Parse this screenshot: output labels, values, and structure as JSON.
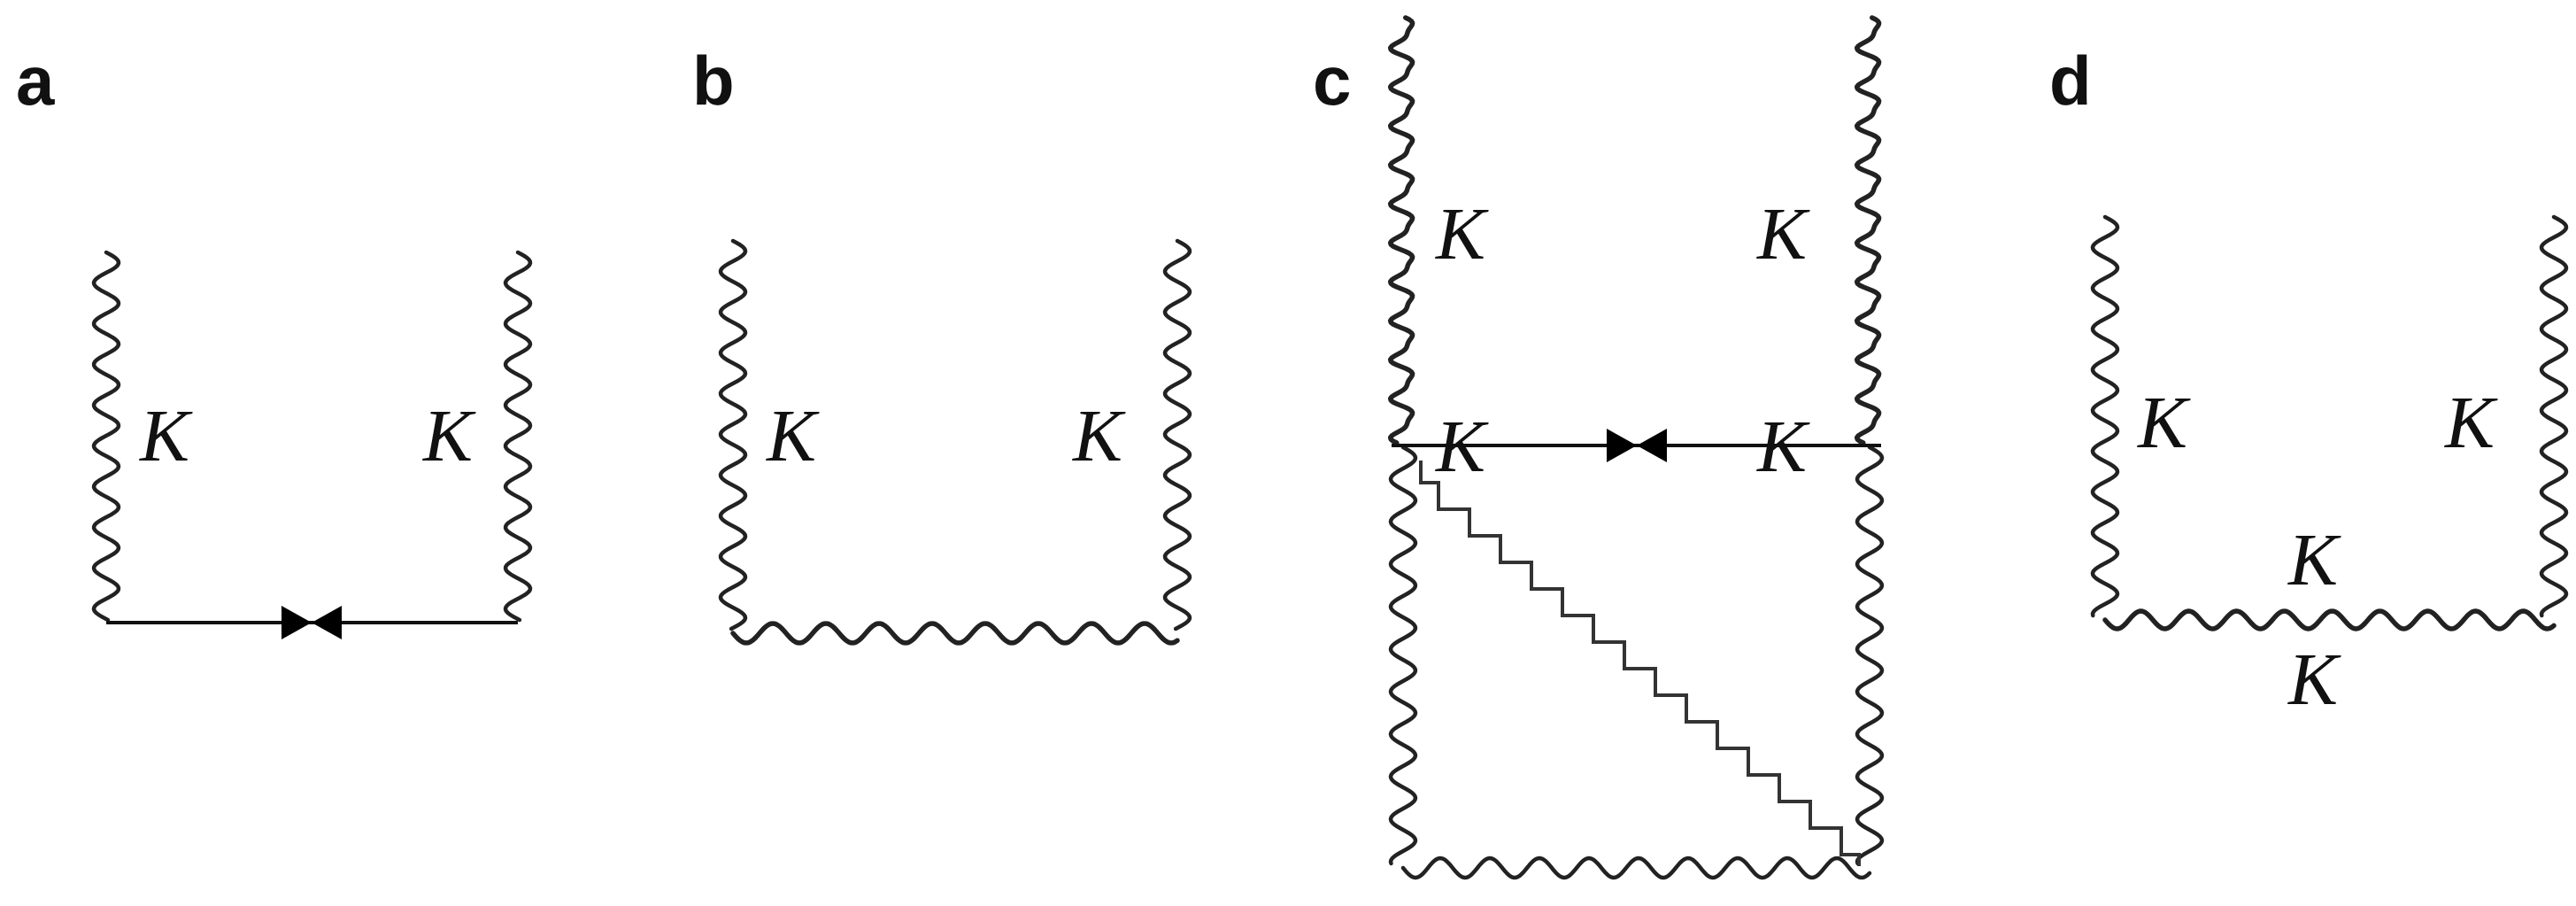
{
  "panels": [
    {
      "id": "a",
      "label": "a",
      "k_labels": [
        "K",
        "K"
      ]
    },
    {
      "id": "b",
      "label": "b",
      "k_labels": [
        "K",
        "K"
      ]
    },
    {
      "id": "c",
      "label": "c",
      "k_labels": [
        "K",
        "K",
        "K",
        "K"
      ]
    },
    {
      "id": "d",
      "label": "d",
      "k_labels": [
        "K",
        "K",
        "K",
        "K"
      ]
    }
  ],
  "colors": {
    "line": "#222222",
    "text": "#111111",
    "background": "#ffffff"
  }
}
